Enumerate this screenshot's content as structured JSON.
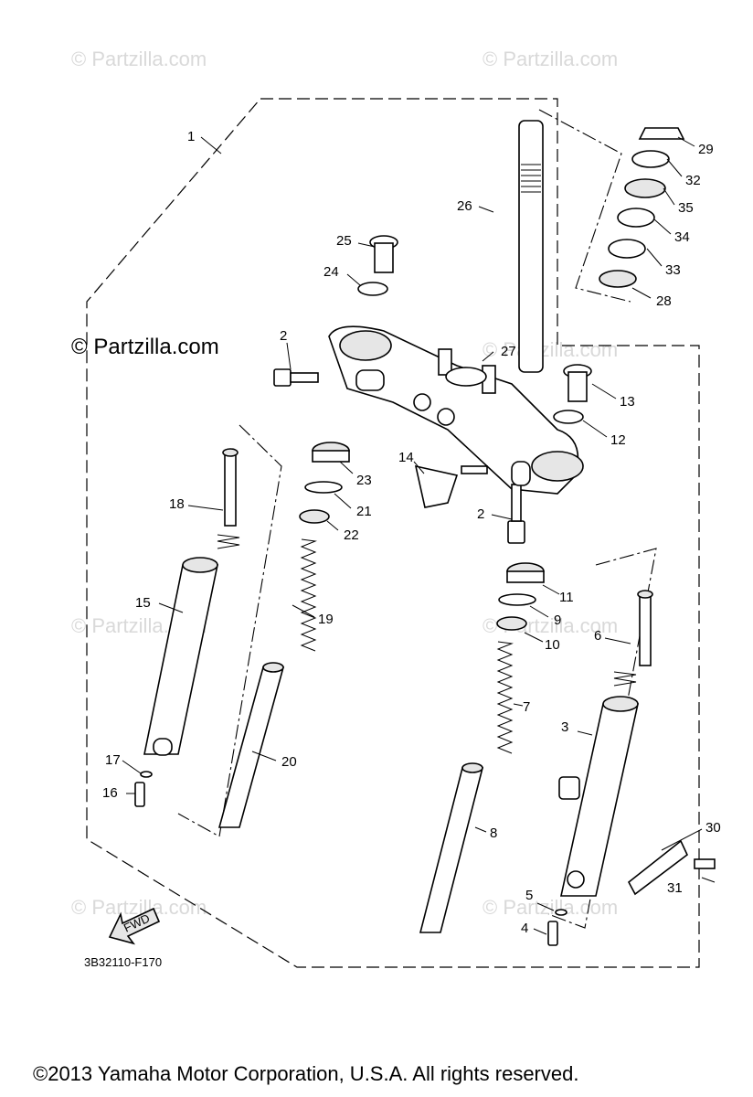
{
  "watermarks": [
    "© Partzilla.com",
    "© Partzilla.com",
    "© Partzilla.com",
    "© Partzilla.com",
    "© Partzilla.com",
    "© Partzilla.com",
    "© Partzilla.com",
    "© Partzilla.com"
  ],
  "watermark_main": "© Partzilla.com",
  "callouts": [
    "1",
    "2",
    "2",
    "3",
    "4",
    "5",
    "6",
    "7",
    "8",
    "9",
    "10",
    "11",
    "12",
    "13",
    "14",
    "15",
    "16",
    "17",
    "18",
    "19",
    "20",
    "21",
    "22",
    "23",
    "24",
    "25",
    "26",
    "27",
    "28",
    "29",
    "30",
    "31",
    "32",
    "33",
    "34",
    "35"
  ],
  "arrow_label": "FWD",
  "diagram_code": "3B32110-F170",
  "copyright": "©2013  Yamaha Motor Corporation, U.S.A. All rights reserved."
}
